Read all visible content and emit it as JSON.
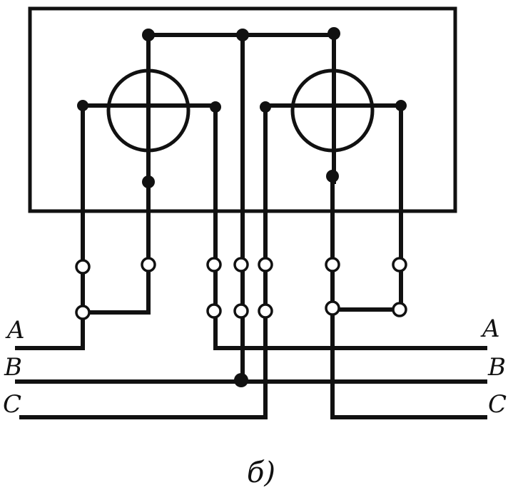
{
  "labels": {
    "phase_a_left": "A",
    "phase_b_left": "B",
    "phase_c_left": "C",
    "phase_a_right": "A",
    "phase_b_right": "B",
    "phase_c_right": "C",
    "caption": "б)"
  },
  "colors": {
    "ink": "#111111",
    "paper": "#ffffff"
  }
}
